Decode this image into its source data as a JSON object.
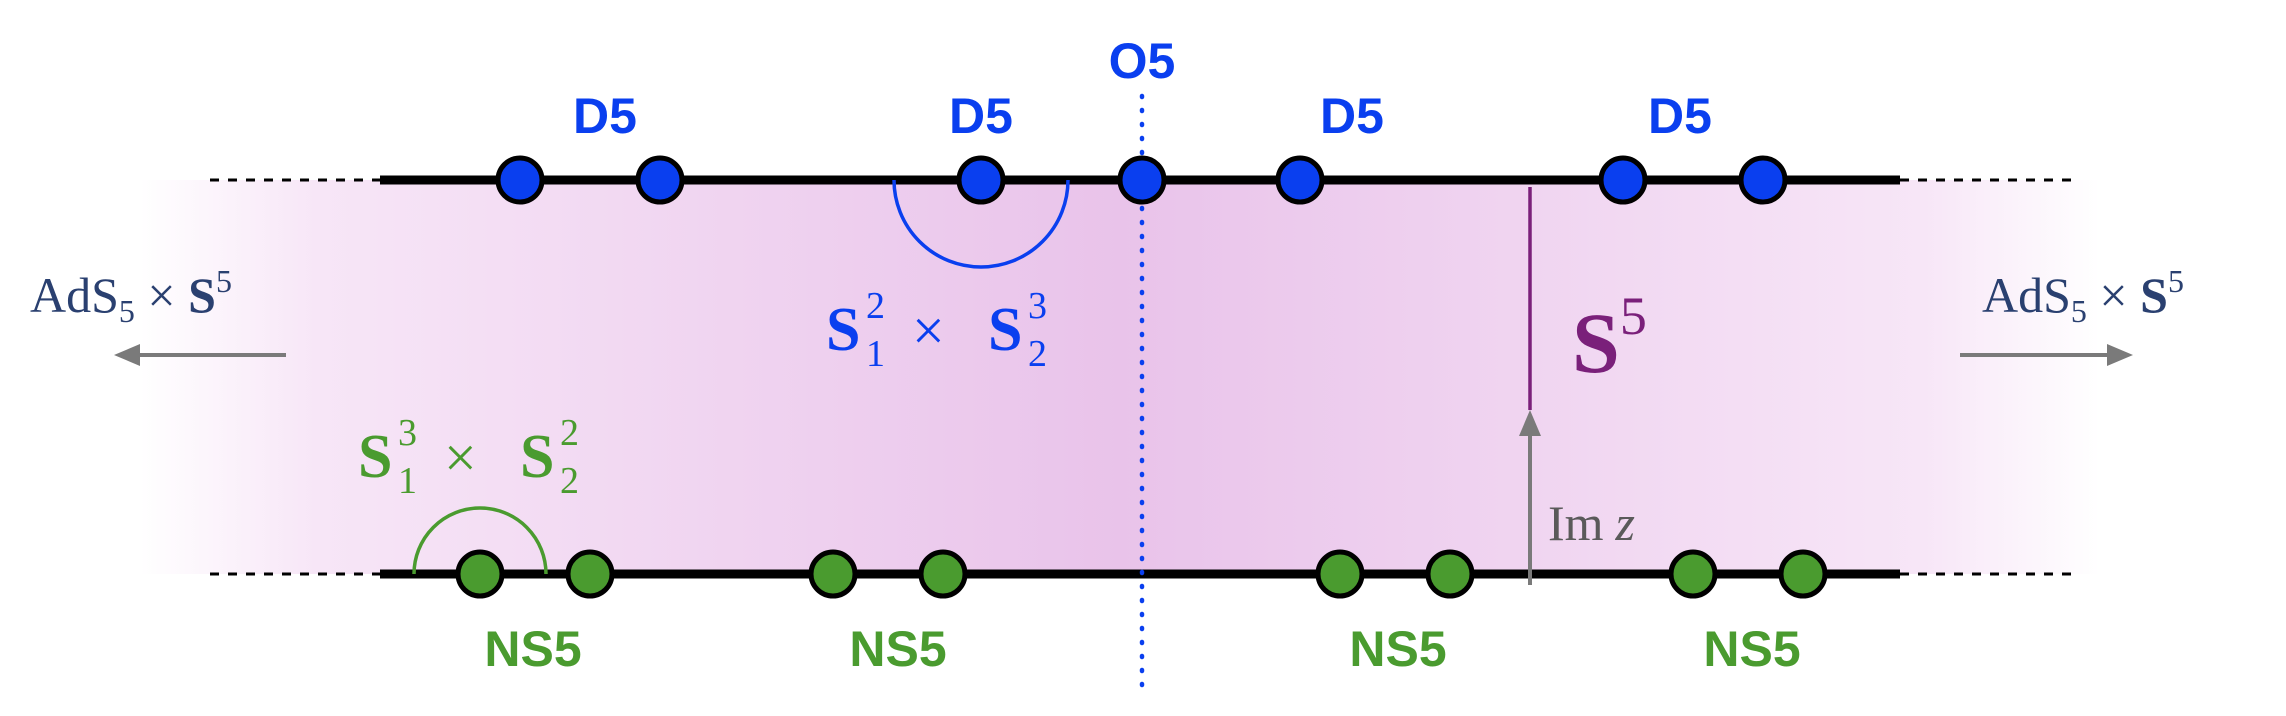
{
  "colors": {
    "blue": "#0a3fef",
    "green": "#4a9b2f",
    "purple": "#7a207a",
    "navy": "#2a4070",
    "gray": "#7a7a7a",
    "black": "#000000",
    "band": "#e9c3ea"
  },
  "labels": {
    "o5": "O5",
    "d5_1": "D5",
    "d5_2": "D5",
    "d5_3": "D5",
    "d5_4": "D5",
    "ns5_1": "NS5",
    "ns5_2": "NS5",
    "ns5_3": "NS5",
    "ns5_4": "NS5",
    "ads_left": {
      "a": "AdS",
      "sub": "5",
      "times": " × ",
      "s": "S",
      "sup": "5"
    },
    "ads_right": {
      "a": "AdS",
      "sub": "5",
      "times": " × ",
      "s": "S",
      "sup": "5"
    },
    "s5": {
      "s": "S",
      "sup": "5"
    },
    "blue_cycle": {
      "s1": "S",
      "sup1": "2",
      "sub1": "1",
      "times": " × ",
      "s2": "S",
      "sup2": "3",
      "sub2": "2"
    },
    "green_cycle": {
      "s1": "S",
      "sup1": "3",
      "sub1": "1",
      "times": " × ",
      "s2": "S",
      "sup2": "2",
      "sub2": "2"
    },
    "im_z": {
      "im": "Im",
      "z": "z"
    }
  }
}
